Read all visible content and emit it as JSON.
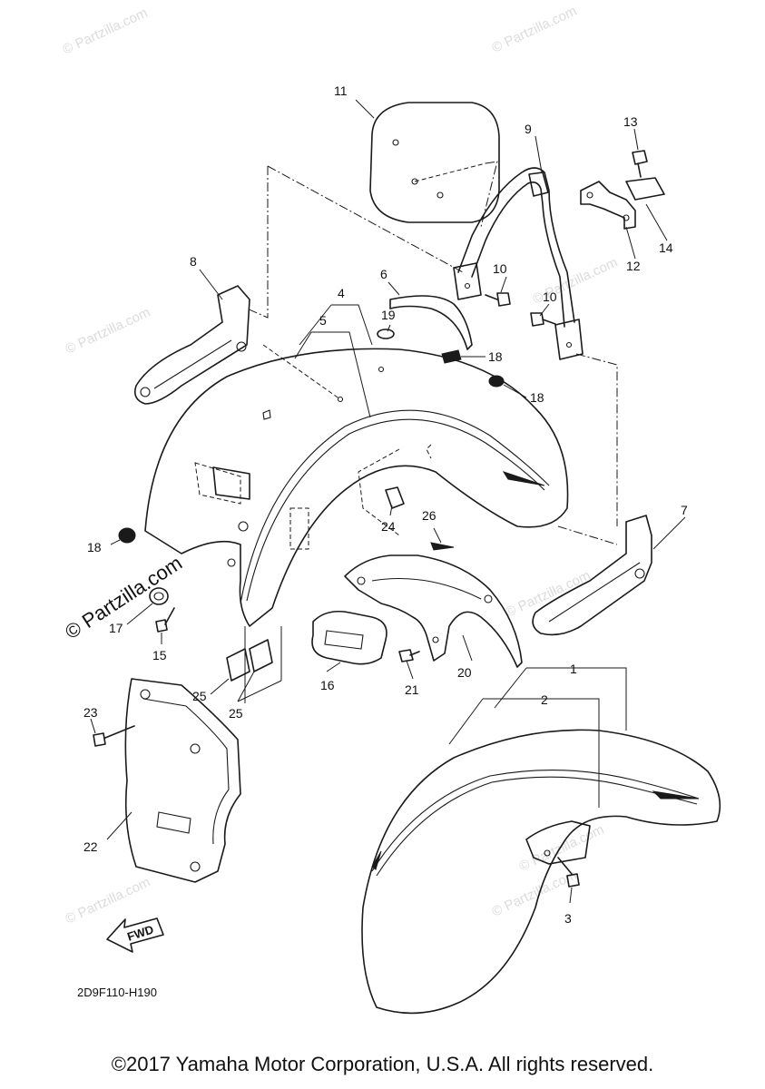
{
  "diagram": {
    "ref_code": "2D9F110-H190",
    "fwd_label": "FWD",
    "watermark": "© Partzilla.com",
    "watermark_main": "© Partzilla.com",
    "callouts": [
      {
        "id": "c1",
        "label": "1"
      },
      {
        "id": "c2",
        "label": "2"
      },
      {
        "id": "c3",
        "label": "3"
      },
      {
        "id": "c4",
        "label": "4"
      },
      {
        "id": "c5",
        "label": "5"
      },
      {
        "id": "c6",
        "label": "6"
      },
      {
        "id": "c7",
        "label": "7"
      },
      {
        "id": "c8",
        "label": "8"
      },
      {
        "id": "c9",
        "label": "9"
      },
      {
        "id": "c10a",
        "label": "10"
      },
      {
        "id": "c10b",
        "label": "10"
      },
      {
        "id": "c11",
        "label": "11"
      },
      {
        "id": "c12",
        "label": "12"
      },
      {
        "id": "c13",
        "label": "13"
      },
      {
        "id": "c14",
        "label": "14"
      },
      {
        "id": "c15",
        "label": "15"
      },
      {
        "id": "c16",
        "label": "16"
      },
      {
        "id": "c17",
        "label": "17"
      },
      {
        "id": "c18a",
        "label": "18"
      },
      {
        "id": "c18b",
        "label": "18"
      },
      {
        "id": "c18c",
        "label": "18"
      },
      {
        "id": "c19",
        "label": "19"
      },
      {
        "id": "c20",
        "label": "20"
      },
      {
        "id": "c21",
        "label": "21"
      },
      {
        "id": "c22",
        "label": "22"
      },
      {
        "id": "c23",
        "label": "23"
      },
      {
        "id": "c24",
        "label": "24"
      },
      {
        "id": "c25a",
        "label": "25"
      },
      {
        "id": "c25b",
        "label": "25"
      },
      {
        "id": "c26",
        "label": "26"
      }
    ]
  },
  "footer": {
    "copyright": "©2017 Yamaha Motor Corporation, U.S.A. All rights reserved."
  }
}
